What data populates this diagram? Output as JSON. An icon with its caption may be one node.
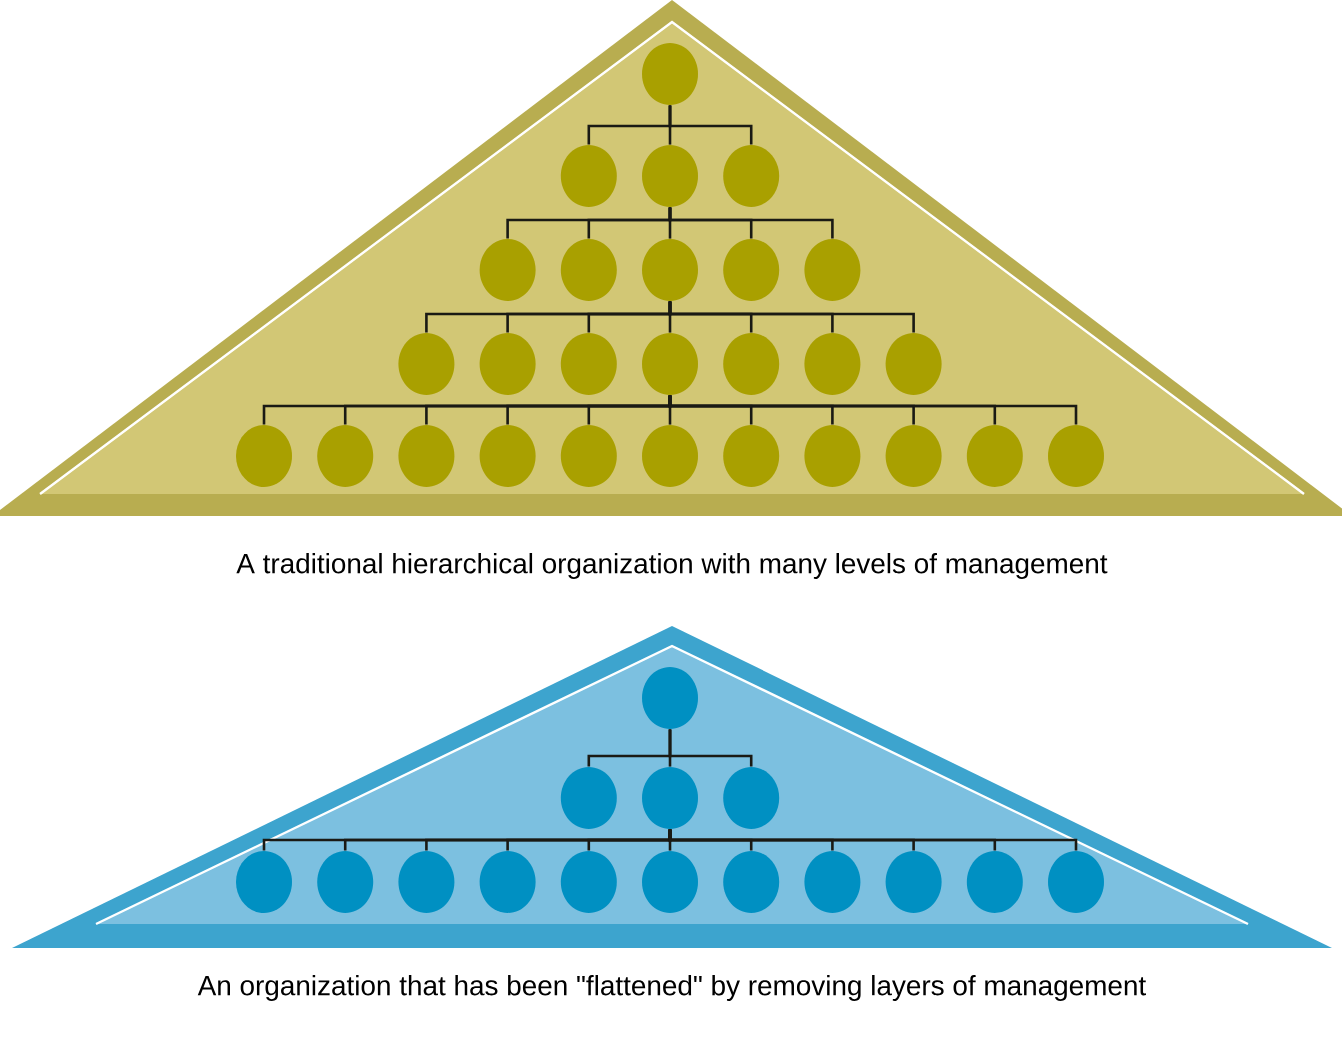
{
  "diagram": {
    "nodes": [
      {
        "text": [],
        "shape": "triangle",
        "beside": [
          "A traditional hierarchical organization with many levels of management"
        ]
      },
      {
        "text": [],
        "shape": "circle",
        "in": 0
      },
      {
        "text": [],
        "shape": "circle",
        "in": 0
      },
      {
        "text": [],
        "shape": "circle",
        "in": 0
      },
      {
        "text": [],
        "shape": "circle",
        "in": 0
      },
      {
        "text": [],
        "shape": "circle",
        "in": 0
      },
      {
        "text": [],
        "shape": "circle",
        "in": 0
      },
      {
        "text": [],
        "shape": "circle",
        "in": 0
      },
      {
        "text": [],
        "shape": "circle",
        "in": 0
      },
      {
        "text": [],
        "shape": "circle",
        "in": 0
      },
      {
        "text": [],
        "shape": "circle",
        "in": 0
      },
      {
        "text": [],
        "shape": "circle",
        "in": 0
      },
      {
        "text": [],
        "shape": "circle",
        "in": 0
      },
      {
        "text": [],
        "shape": "circle",
        "in": 0
      },
      {
        "text": [],
        "shape": "circle",
        "in": 0
      },
      {
        "text": [],
        "shape": "circle",
        "in": 0
      },
      {
        "text": [],
        "shape": "circle",
        "in": 0
      },
      {
        "text": [],
        "shape": "circle",
        "in": 0
      },
      {
        "text": [],
        "shape": "circle",
        "in": 0
      },
      {
        "text": [],
        "shape": "circle",
        "in": 0
      },
      {
        "text": [],
        "shape": "circle",
        "in": 0
      },
      {
        "text": [],
        "shape": "circle",
        "in": 0
      },
      {
        "text": [],
        "shape": "circle",
        "in": 0
      },
      {
        "text": [],
        "shape": "circle",
        "in": 0
      },
      {
        "text": [],
        "shape": "circle",
        "in": 0
      },
      {
        "text": [],
        "shape": "circle",
        "in": 0
      },
      {
        "text": [],
        "shape": "circle",
        "in": 0
      },
      {
        "text": [],
        "shape": "circle",
        "in": 0
      },
      {
        "text": [],
        "shape": "triangle",
        "beside": [
          "An organization that has been \"flattened\" by removing layers of management"
        ]
      },
      {
        "text": [],
        "shape": "circle",
        "in": 28
      },
      {
        "text": [],
        "shape": "circle",
        "in": 28
      },
      {
        "text": [],
        "shape": "circle",
        "in": 28
      },
      {
        "text": [],
        "shape": "circle",
        "in": 28
      },
      {
        "text": [],
        "shape": "circle",
        "in": 28
      },
      {
        "text": [],
        "shape": "circle",
        "in": 28
      },
      {
        "text": [],
        "shape": "circle",
        "in": 28
      },
      {
        "text": [],
        "shape": "circle",
        "in": 28
      },
      {
        "text": [],
        "shape": "circle",
        "in": 28
      },
      {
        "text": [],
        "shape": "circle",
        "in": 28
      },
      {
        "text": [],
        "shape": "circle",
        "in": 28
      },
      {
        "text": [],
        "shape": "circle",
        "in": 28
      },
      {
        "text": [],
        "shape": "circle",
        "in": 28
      },
      {
        "text": [],
        "shape": "circle",
        "in": 28
      },
      {
        "text": [],
        "shape": "circle",
        "in": 28
      }
    ],
    "edges": [
      {
        "from": 1,
        "to": 2,
        "arrow": "none"
      },
      {
        "from": 1,
        "to": 3,
        "arrow": "none"
      },
      {
        "from": 1,
        "to": 4,
        "arrow": "none"
      },
      {
        "from": 3,
        "to": 5,
        "arrow": "none"
      },
      {
        "from": 3,
        "to": 6,
        "arrow": "none"
      },
      {
        "from": 3,
        "to": 7,
        "arrow": "none"
      },
      {
        "from": 3,
        "to": 8,
        "arrow": "none"
      },
      {
        "from": 3,
        "to": 9,
        "arrow": "none"
      },
      {
        "from": 7,
        "to": 10,
        "arrow": "none"
      },
      {
        "from": 7,
        "to": 11,
        "arrow": "none"
      },
      {
        "from": 7,
        "to": 12,
        "arrow": "none"
      },
      {
        "from": 7,
        "to": 13,
        "arrow": "none"
      },
      {
        "from": 7,
        "to": 14,
        "arrow": "none"
      },
      {
        "from": 7,
        "to": 15,
        "arrow": "none"
      },
      {
        "from": 7,
        "to": 16,
        "arrow": "none"
      },
      {
        "from": 13,
        "to": 17,
        "arrow": "none"
      },
      {
        "from": 13,
        "to": 18,
        "arrow": "none"
      },
      {
        "from": 13,
        "to": 19,
        "arrow": "none"
      },
      {
        "from": 13,
        "to": 20,
        "arrow": "none"
      },
      {
        "from": 13,
        "to": 21,
        "arrow": "none"
      },
      {
        "from": 13,
        "to": 22,
        "arrow": "none"
      },
      {
        "from": 13,
        "to": 23,
        "arrow": "none"
      },
      {
        "from": 13,
        "to": 24,
        "arrow": "none"
      },
      {
        "from": 13,
        "to": 25,
        "arrow": "none"
      },
      {
        "from": 13,
        "to": 26,
        "arrow": "none"
      },
      {
        "from": 13,
        "to": 27,
        "arrow": "none"
      },
      {
        "from": 29,
        "to": 30,
        "arrow": "none"
      },
      {
        "from": 29,
        "to": 31,
        "arrow": "none"
      },
      {
        "from": 29,
        "to": 32,
        "arrow": "none"
      },
      {
        "from": 31,
        "to": 33,
        "arrow": "none"
      },
      {
        "from": 31,
        "to": 34,
        "arrow": "none"
      },
      {
        "from": 31,
        "to": 35,
        "arrow": "none"
      },
      {
        "from": 31,
        "to": 36,
        "arrow": "none"
      },
      {
        "from": 31,
        "to": 37,
        "arrow": "none"
      },
      {
        "from": 31,
        "to": 38,
        "arrow": "none"
      },
      {
        "from": 31,
        "to": 39,
        "arrow": "none"
      },
      {
        "from": 31,
        "to": 40,
        "arrow": "none"
      },
      {
        "from": 31,
        "to": 41,
        "arrow": "none"
      },
      {
        "from": 31,
        "to": 42,
        "arrow": "none"
      },
      {
        "from": 31,
        "to": 43,
        "arrow": "none"
      }
    ]
  }
}
